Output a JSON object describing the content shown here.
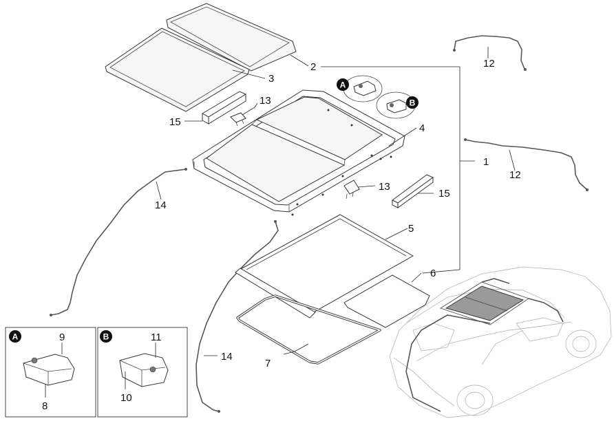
{
  "callouts": {
    "c1": "1",
    "c2": "2",
    "c3": "3",
    "c4": "4",
    "c5": "5",
    "c6": "6",
    "c7": "7",
    "c8": "8",
    "c9": "9",
    "c10": "10",
    "c11": "11",
    "c12a": "12",
    "c12b": "12",
    "c13a": "13",
    "c13b": "13",
    "c14a": "14",
    "c14b": "14",
    "c15a": "15",
    "c15b": "15"
  },
  "badges": {
    "main_a": "A",
    "main_b": "B",
    "inset_a": "A",
    "inset_b": "B"
  },
  "colors": {
    "badge_fill": "#111111",
    "line": "#333333",
    "car_outline": "#bdbdbd",
    "roof_glass": "#9a9a9a"
  }
}
